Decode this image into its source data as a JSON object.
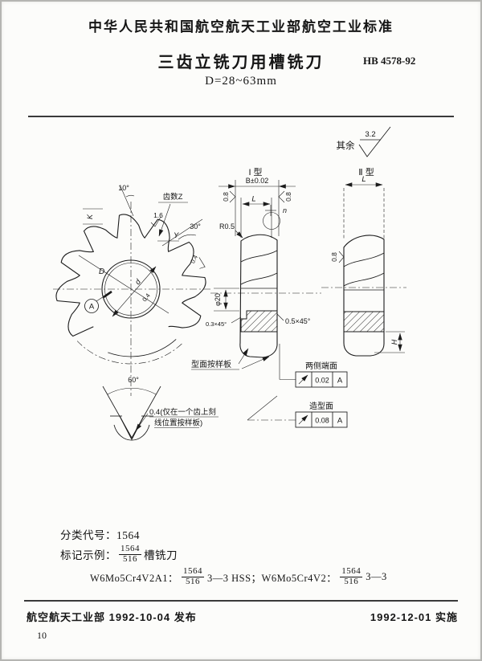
{
  "header": {
    "standard_org_line": "中华人民共和国航空航天工业部航空工业标准",
    "title": "三齿立铣刀用槽铣刀",
    "std_no": "HB 4578-92",
    "subtitle": "D=28~63mm"
  },
  "drawing": {
    "general_roughness": {
      "prefix": "其余",
      "value": "3.2"
    },
    "front_view": {
      "top_angle": "10°",
      "teeth_count_label": "齿数Z",
      "land_roughness": "1.6",
      "face_angle": "30°",
      "k_dim": "K",
      "y_label": "Y",
      "side_roughness": "0.4",
      "outer_dia": "D",
      "bore_dia": "d",
      "bore_roughness": "0.4",
      "datum_label": "A"
    },
    "tooth_detail": {
      "included_angle": "60°",
      "note_line1": "0.4(仅在一个齿上刻",
      "note_line2": "线位置按样板)"
    },
    "type1_view": {
      "title": "I 型",
      "width_dim": "B±0.02",
      "length_dim": "L",
      "side_roughness_left": "0.8",
      "side_roughness_right": "0.8",
      "detail_label": "n",
      "corner_radius": "R0.5",
      "bore_dim": "φ20",
      "chamfer_small": "0.3×45°",
      "chamfer_large": "0.5×45°",
      "profile_note": "型面按样板"
    },
    "type2_view": {
      "title": "Ⅱ 型",
      "length_dim": "L",
      "side_roughness": "0.8",
      "hub_dim": "H"
    },
    "tolerance_frames": [
      {
        "label": "两侧端面",
        "value": "0.02",
        "datum": "A"
      },
      {
        "label": "造型面",
        "value": "0.08",
        "datum": "A"
      }
    ]
  },
  "notes": {
    "class_code": "分类代号：1564",
    "example_label": "标记示例：",
    "example_num": "1564",
    "example_den": "516",
    "example_suffix": "槽铣刀",
    "spec_prefix": "W6Mo5Cr4V2A1：",
    "frac1_num": "1564",
    "frac1_den": "516",
    "spec_mid": "3—3 HSS；W6Mo5Cr4V2：",
    "frac2_num": "1564",
    "frac2_den": "516",
    "spec_tail": "3—3"
  },
  "footer": {
    "issued": "航空航天工业部 1992-10-04 发布",
    "effective": "1992-12-01 实施",
    "page_no": "10"
  }
}
